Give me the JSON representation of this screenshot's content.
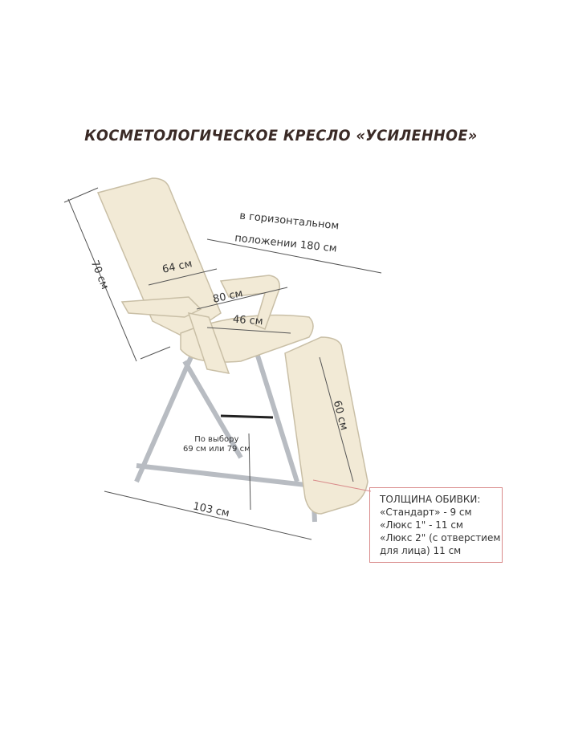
{
  "title": "КОСМЕТОЛОГИЧЕСКОЕ КРЕСЛО «УСИЛЕННОЕ»",
  "dimensions": {
    "back_height": "70 см",
    "back_width": "64 см",
    "horizontal": [
      "в горизонтальном",
      "положении 180 см"
    ],
    "armrest": "80 см",
    "seat": "46 см",
    "legrest": "60 см",
    "length": "103 см",
    "height_choice": [
      "По выбору",
      "69 см или 79 см"
    ]
  },
  "note": {
    "heading": "ТОЛЩИНА ОБИВКИ:",
    "lines": [
      "«Стандарт» - 9 см",
      "«Люкс 1\" - 11 см",
      "«Люкс 2\" (с отверстием",
      "для лица) 11 см"
    ]
  },
  "colors": {
    "upholstery": "#f2ead6",
    "frame": "#c9ccd0",
    "title": "#3a2a26",
    "note_border": "#d98a8a"
  }
}
